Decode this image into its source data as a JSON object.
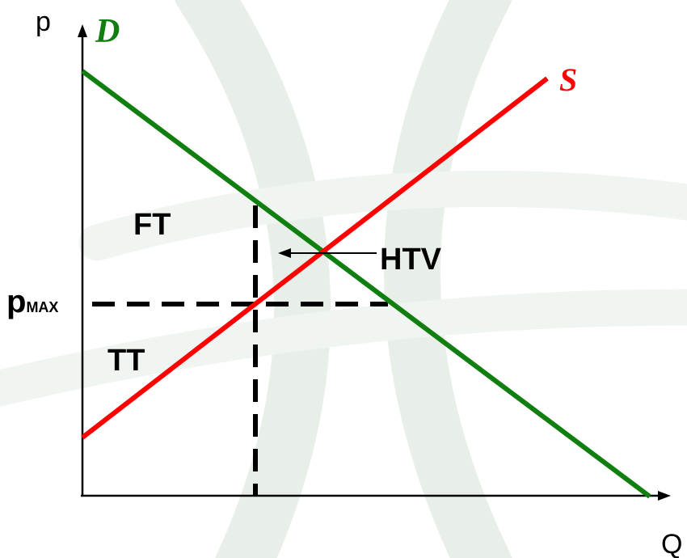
{
  "axes": {
    "y_label": "p",
    "x_label": "Q"
  },
  "curves": {
    "demand": {
      "label": "D",
      "color": "#107f10"
    },
    "supply": {
      "label": "S",
      "color": "#ff0000"
    }
  },
  "price_ceiling": {
    "label_main": "p",
    "label_sub": "MAX"
  },
  "regions": {
    "upper": "FT",
    "lower": "TT"
  },
  "annotation": {
    "label": "HTV"
  },
  "colors": {
    "axis": "#000000",
    "dashed": "#000000",
    "watermark": "#e8efe8"
  }
}
